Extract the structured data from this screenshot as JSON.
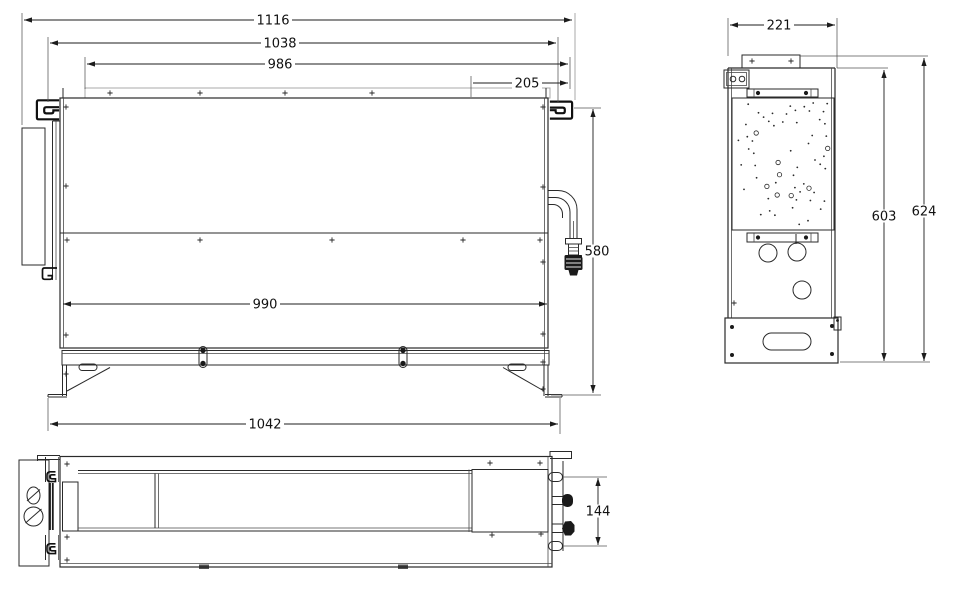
{
  "drawing": {
    "front_view": {
      "overall_width": "1116",
      "hanger_spacing": "1038",
      "top_flange_width": "986",
      "flange_right_offset": "205",
      "unit_height": "580",
      "body_width": "990",
      "foot_spacing": "1042"
    },
    "side_view": {
      "depth": "221",
      "body_height": "603",
      "overall_height": "624"
    },
    "bottom_view": {
      "pipe_connection_spacing": "144"
    }
  }
}
